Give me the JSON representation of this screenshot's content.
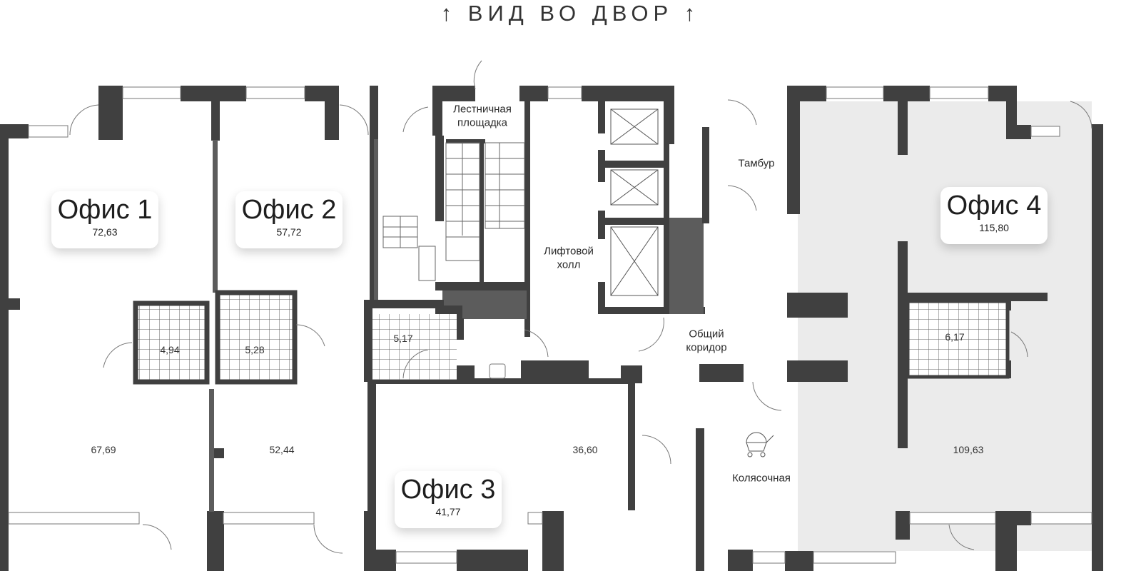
{
  "header": {
    "title": "↑ ВИД ВО ДВОР ↑"
  },
  "offices": [
    {
      "name": "Офис 1",
      "area": "72,63"
    },
    {
      "name": "Офис 2",
      "area": "57,72"
    },
    {
      "name": "Офис 3",
      "area": "41,77"
    },
    {
      "name": "Офис 4",
      "area": "115,80"
    }
  ],
  "room_areas": {
    "office1_main": "67,69",
    "office2_main": "52,44",
    "office3_main": "36,60",
    "office4_main": "109,63",
    "wc1": "4,94",
    "wc2": "5,28",
    "wc3": "5,17",
    "wc4": "6,17"
  },
  "rooms": {
    "stair": "Лестничная\nплощадка",
    "lift_hall": "Лифтовой\nхолл",
    "tambur": "Тамбур",
    "corridor": "Общий\nкоридор",
    "stroller": "Колясочная"
  },
  "colors": {
    "wall": "#404040",
    "partition": "#5c5c5c",
    "highlight": "#ebebeb"
  }
}
